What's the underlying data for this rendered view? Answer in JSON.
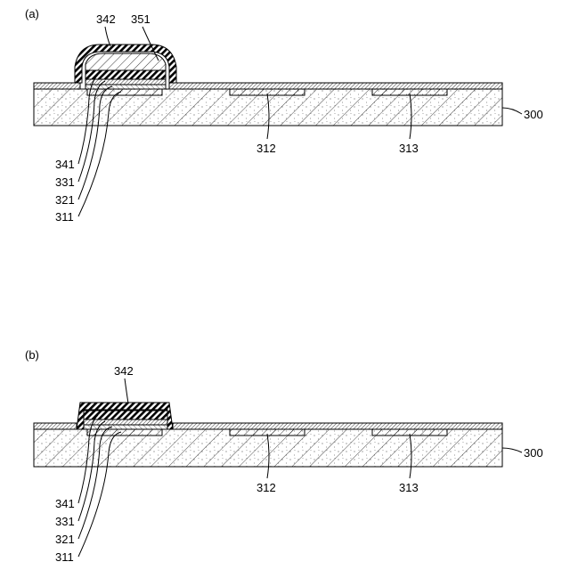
{
  "panels": [
    {
      "id": "a",
      "label": "(a)",
      "top_labels": [
        "342",
        "351"
      ],
      "substrate_label": "300",
      "bottom_labels": [
        "312",
        "313"
      ],
      "left_labels": [
        "341",
        "331",
        "321",
        "311"
      ]
    },
    {
      "id": "b",
      "label": "(b)",
      "top_labels": [
        "342"
      ],
      "substrate_label": "300",
      "bottom_labels": [
        "312",
        "313"
      ],
      "left_labels": [
        "341",
        "331",
        "321",
        "311"
      ]
    }
  ]
}
